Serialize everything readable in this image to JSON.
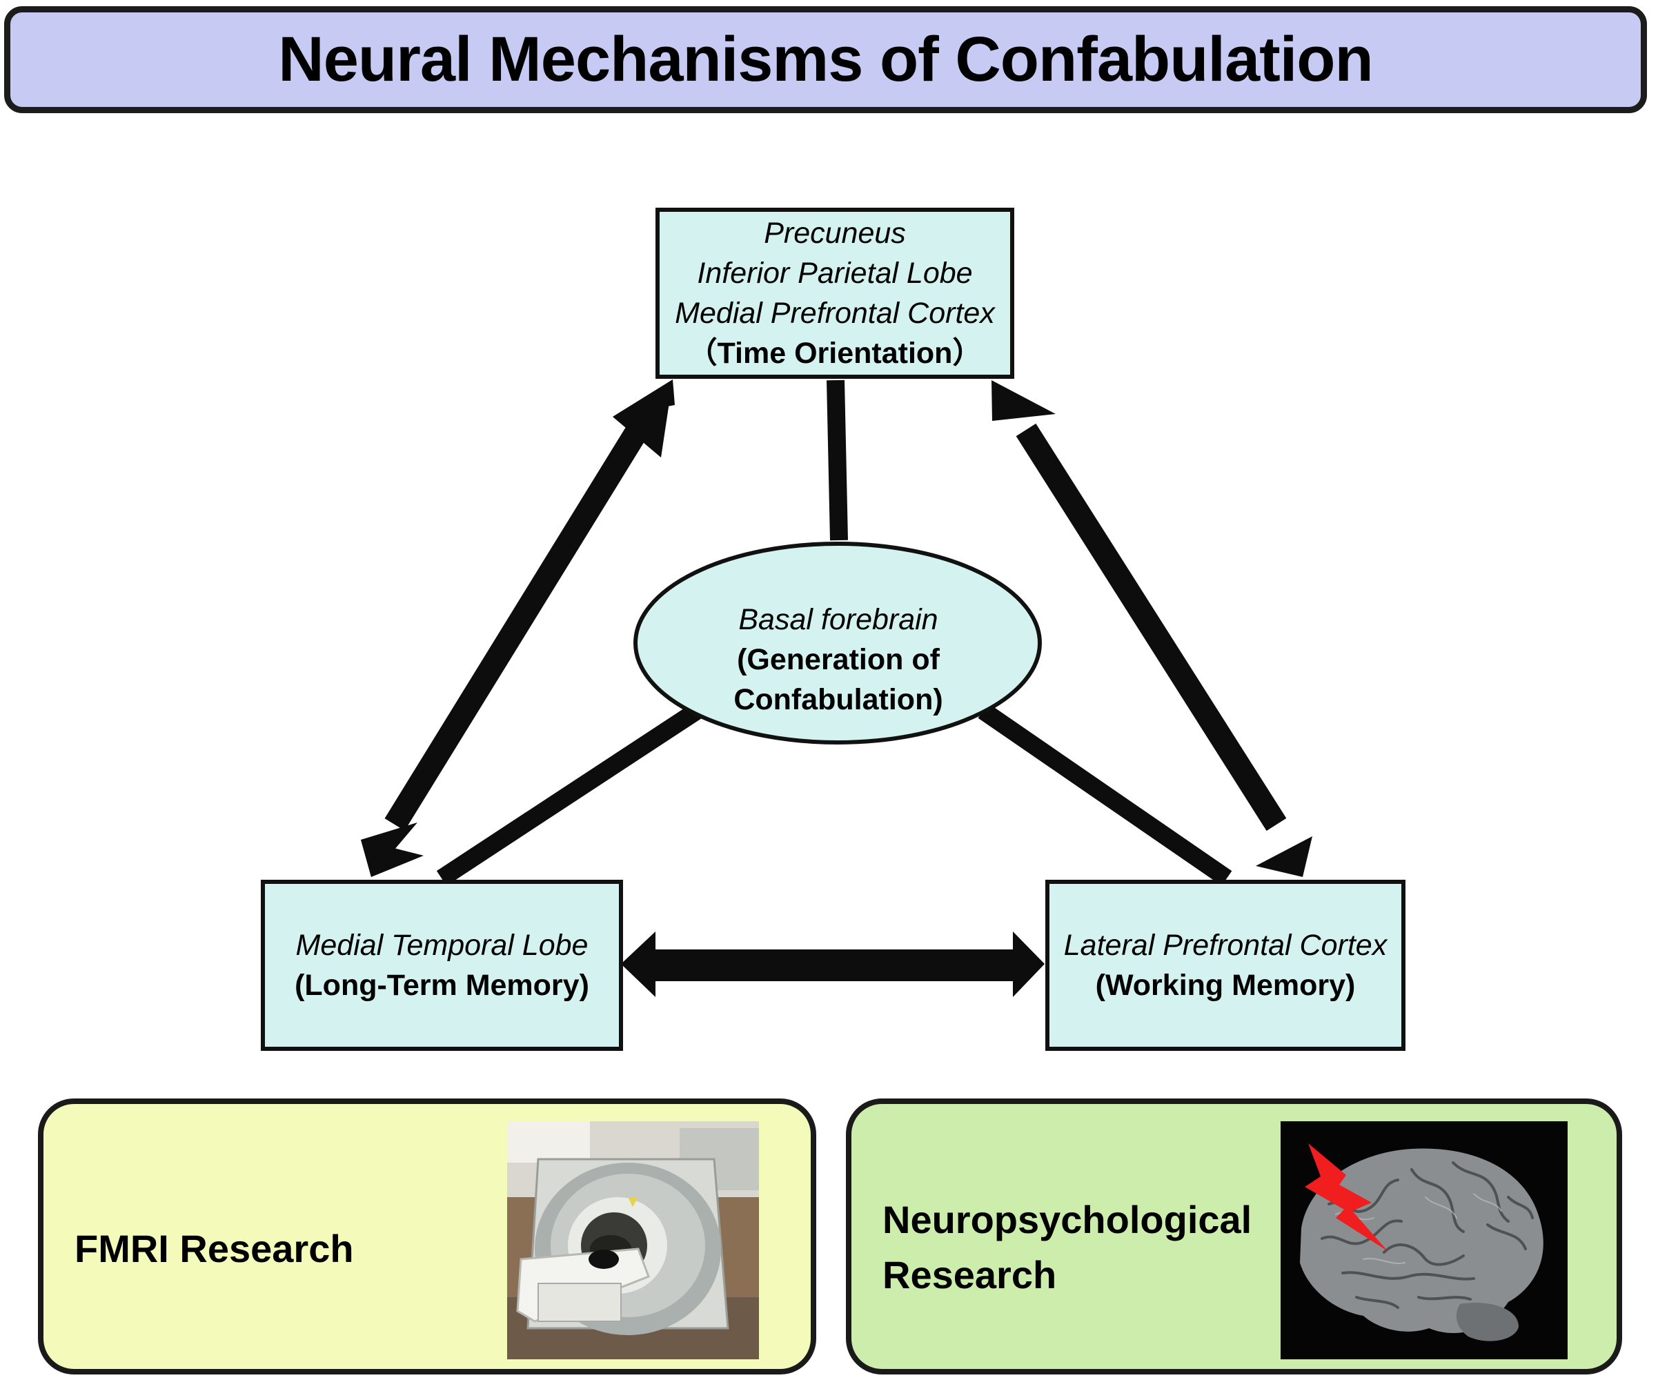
{
  "title": "Neural Mechanisms of Confabulation",
  "nodes": {
    "top": {
      "line1": "Precuneus",
      "line2": "Inferior Parietal Lobe",
      "line3": "Medial Prefrontal Cortex",
      "function": "（Time Orientation）"
    },
    "center": {
      "line1": "Basal forebrain",
      "line2": "(Generation of",
      "line3": "Confabulation)"
    },
    "left": {
      "region": "Medial Temporal Lobe",
      "function": "(Long-Term Memory)"
    },
    "right": {
      "region": "Lateral Prefrontal Cortex",
      "function": "(Working Memory)"
    }
  },
  "panels": {
    "fmri": {
      "label": "FMRI Research",
      "image": "mri-scanner-photo"
    },
    "neuro": {
      "line1": "Neuropsychological",
      "line2": "Research",
      "image": "brain-with-lesion-bolt"
    }
  },
  "colors": {
    "title_fill": "#c7caf3",
    "node_fill": "#d4f3f0",
    "fmri_panel_fill": "#f4fbba",
    "neuro_panel_fill": "#ccedab",
    "lesion_bolt": "#f01e1e"
  }
}
